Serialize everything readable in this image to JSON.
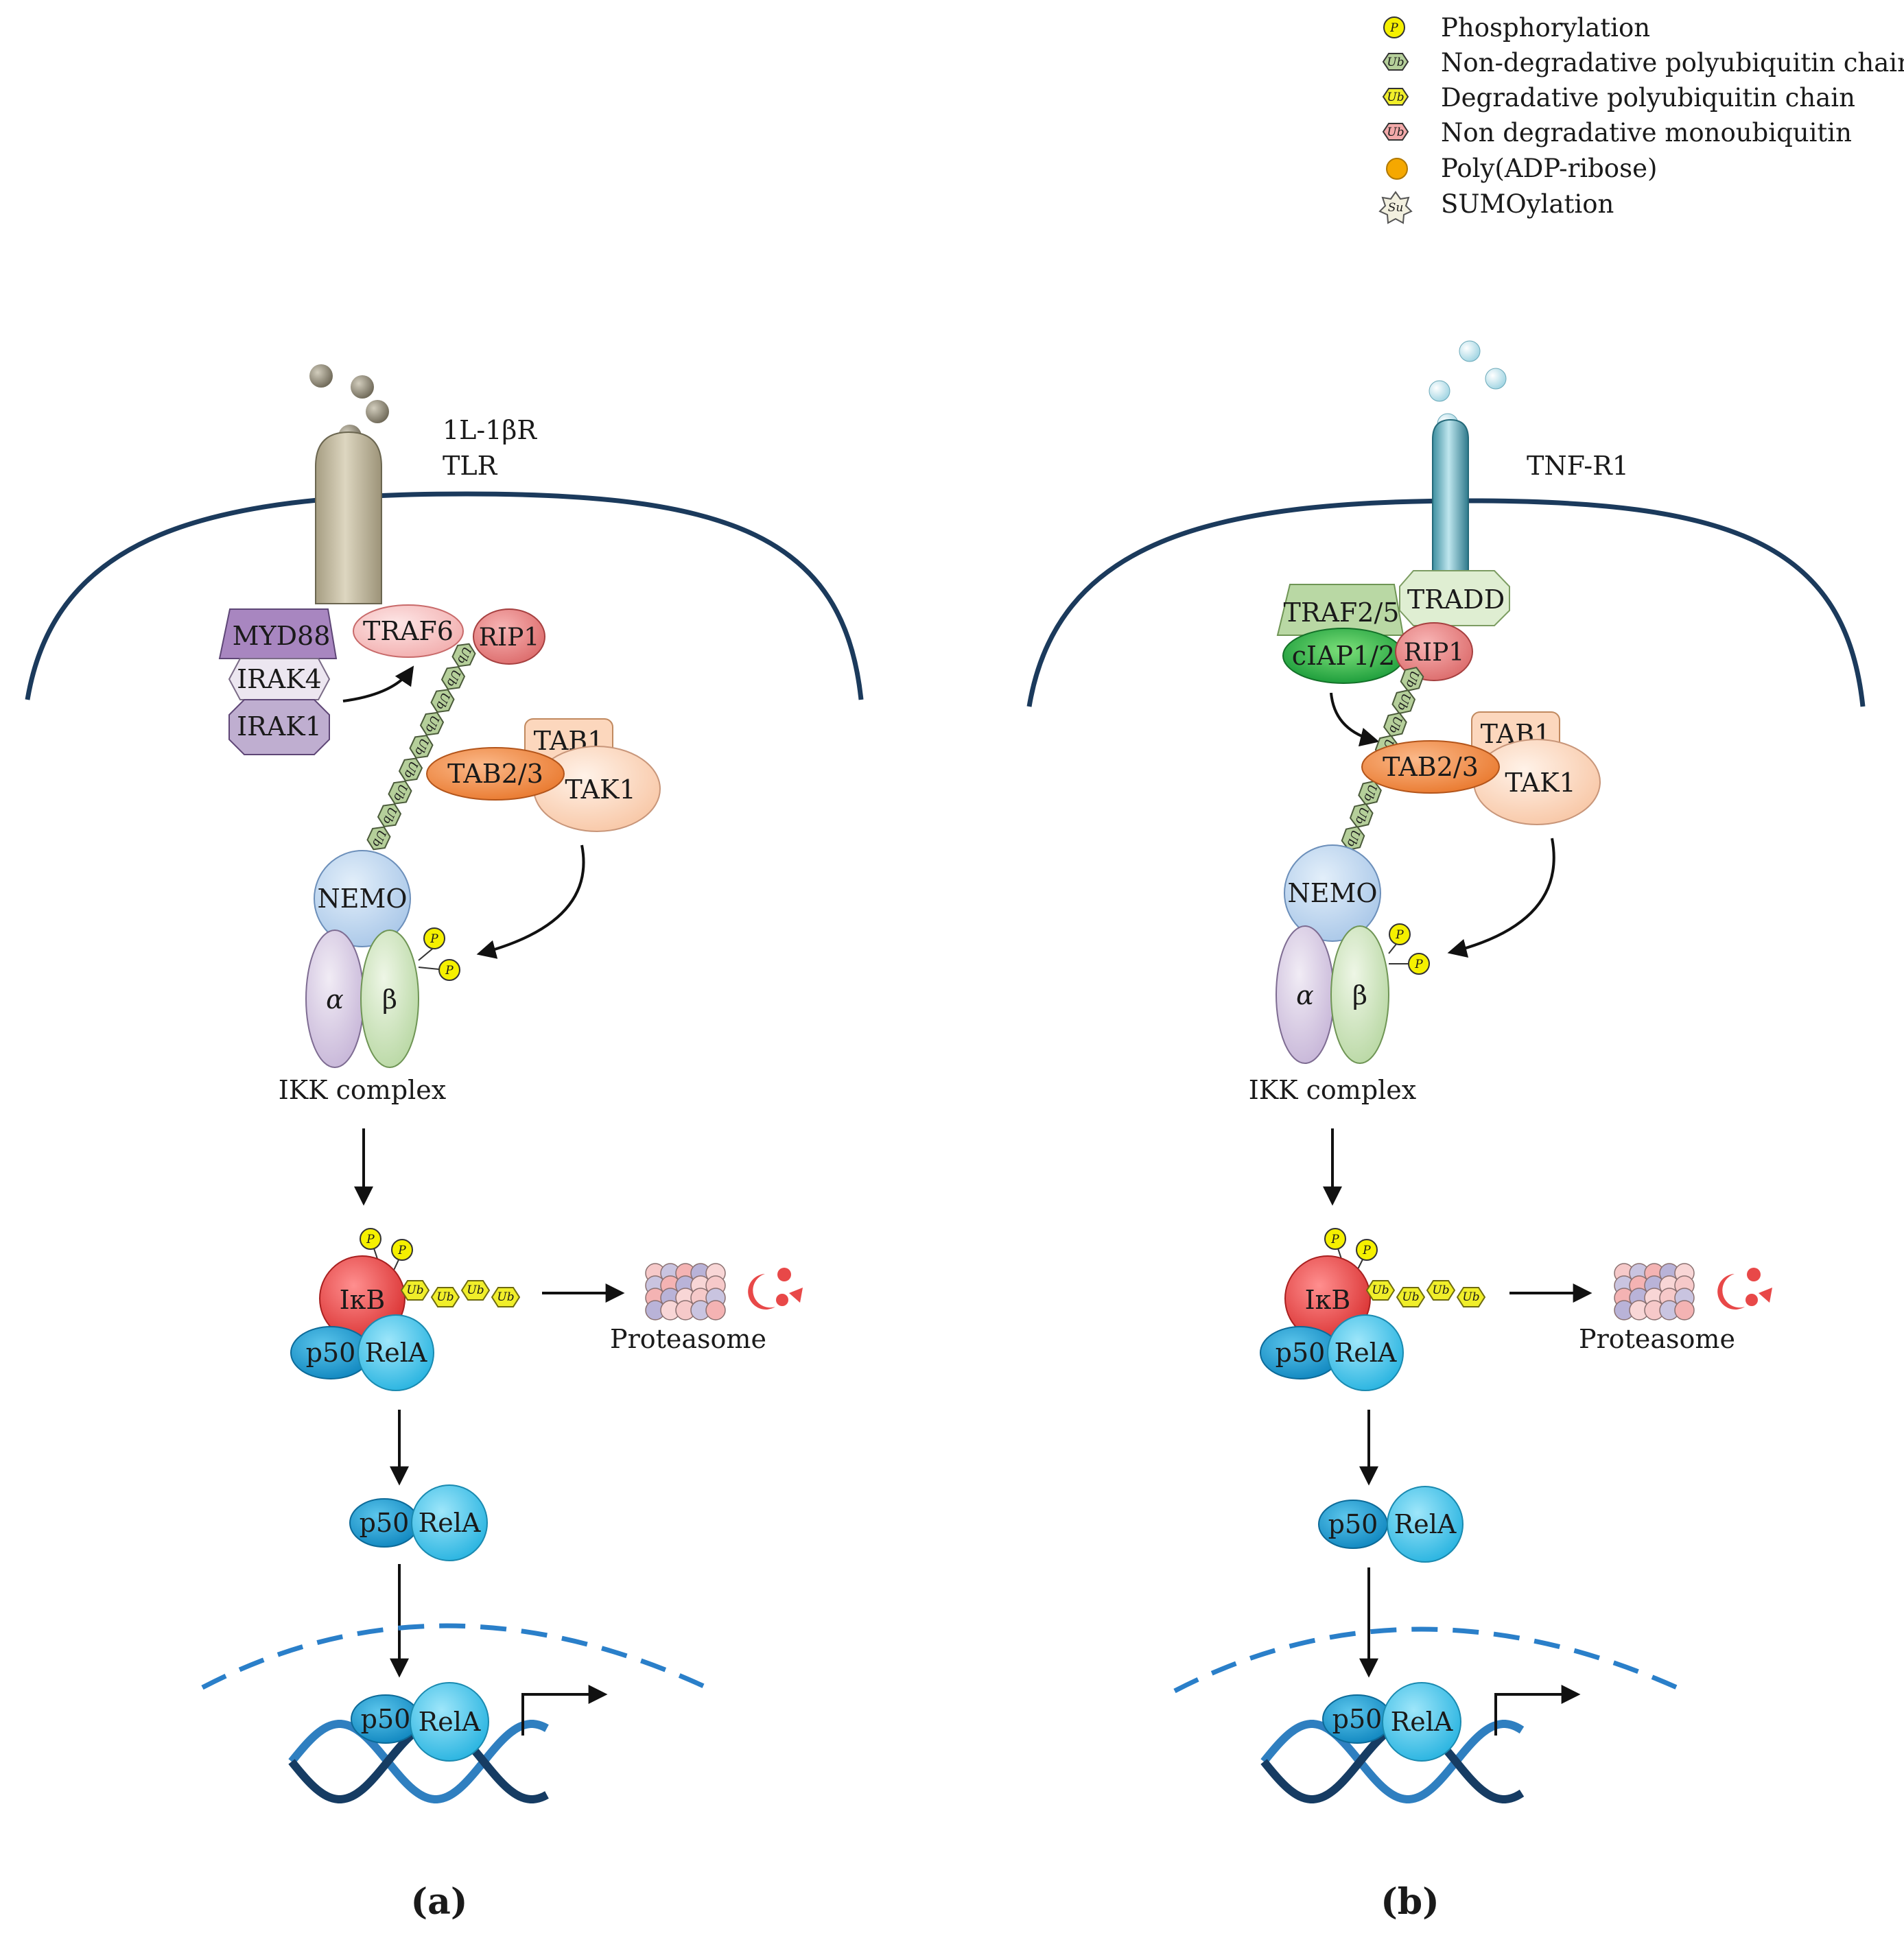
{
  "legend": [
    {
      "glyph": "P",
      "label": "Phosphorylation",
      "color": "#f5f000",
      "shape": "circle"
    },
    {
      "glyph": "Ub",
      "label": "Non-degradative polyubiquitin chain",
      "color": "#b5cf9a",
      "shape": "hexagon"
    },
    {
      "glyph": "Ub",
      "label": "Degradative polyubiquitin chain",
      "color": "#f0ee2a",
      "shape": "hexagon"
    },
    {
      "glyph": "Ub",
      "label": "Non degradative monoubiquitin",
      "color": "#f2a9a9",
      "shape": "hexagon"
    },
    {
      "glyph": "",
      "label": "Poly(ADP-ribose)",
      "color": "#f5a800",
      "shape": "circle"
    },
    {
      "glyph": "Su",
      "label": "SUMOylation",
      "color": "#f2f0df",
      "shape": "star"
    }
  ],
  "panel_a": {
    "receptor": [
      "1L-1βR",
      "TLR"
    ],
    "myd88": "MYD88",
    "irak4": "IRAK4",
    "irak1": "IRAK1",
    "traf": "TRAF6",
    "rip1": "RIP1",
    "tab1": "TAB1",
    "tab23": "TAB2/3",
    "tak1": "TAK1",
    "nemo": "NEMO",
    "alpha": "α",
    "beta": "β",
    "ikk": "IKK complex",
    "ikb": "IκB",
    "p50": "p50",
    "rela": "RelA",
    "proteasome": "Proteasome",
    "label": "(a)"
  },
  "panel_b": {
    "receptor": [
      "TNF-R1"
    ],
    "traf": "TRAF2/5",
    "tradd": "TRADD",
    "ciap": "cIAP1/2",
    "rip1": "RIP1",
    "tab1": "TAB1",
    "tab23": "TAB2/3",
    "tak1": "TAK1",
    "nemo": "NEMO",
    "alpha": "α",
    "beta": "β",
    "ikk": "IKK complex",
    "ikb": "IκB",
    "p50": "p50",
    "rela": "RelA",
    "proteasome": "Proteasome",
    "label": "(b)"
  },
  "colors": {
    "membrane": "#1b3a5c",
    "nucleus": "#2a7fc9",
    "dna_dark": "#163c63",
    "dna_light": "#2f7fc0",
    "p50": "#1aa3d9",
    "rela": "#5fd0f0",
    "ikb": "#e84848"
  }
}
